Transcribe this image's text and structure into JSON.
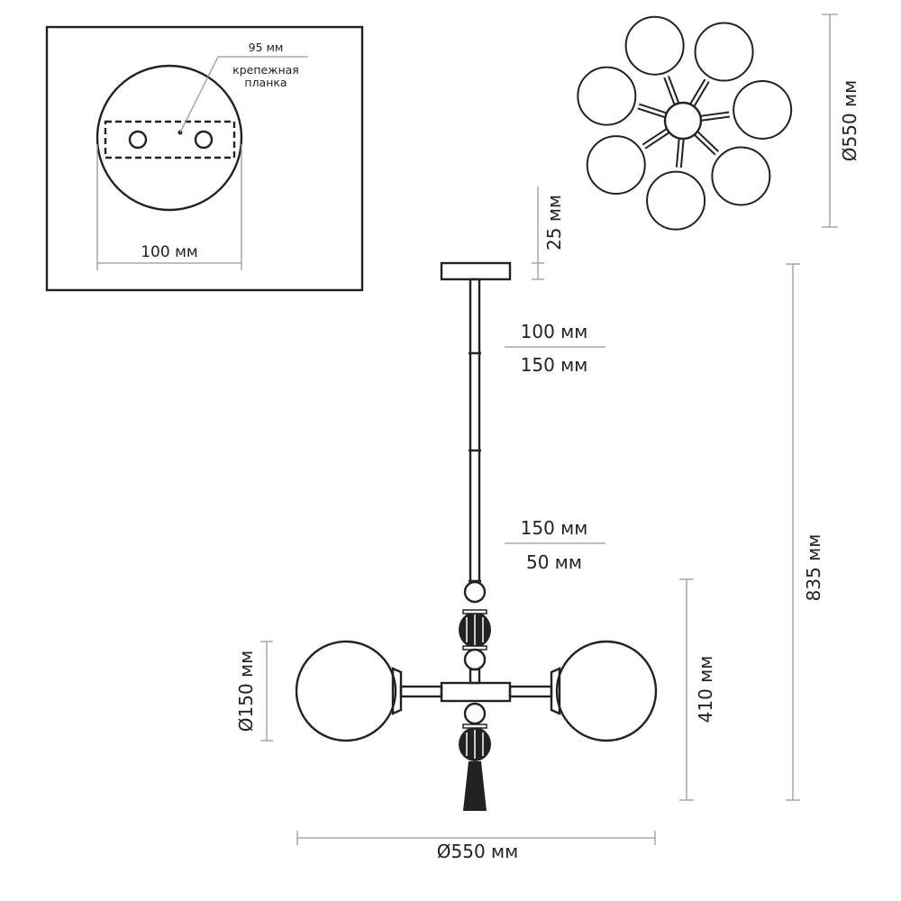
{
  "mount_detail": {
    "plate_width": "100 мм",
    "bracket_length": "95 мм",
    "bracket_label_line1": "крепежная",
    "bracket_label_line2": "планка"
  },
  "top_view": {
    "diameter": "Ø550 мм",
    "globe_count": 7
  },
  "elevation": {
    "canopy_height": "25 мм",
    "rod_upper_1": "100 мм",
    "rod_upper_2": "150 мм",
    "rod_lower_1": "150 мм",
    "rod_lower_2": "50 мм",
    "total_height": "835 мм",
    "body_height": "410 мм",
    "globe_diameter": "Ø150 мм",
    "overall_diameter": "Ø550 мм"
  },
  "colors": {
    "line": "#222222",
    "dimension": "#999999"
  }
}
